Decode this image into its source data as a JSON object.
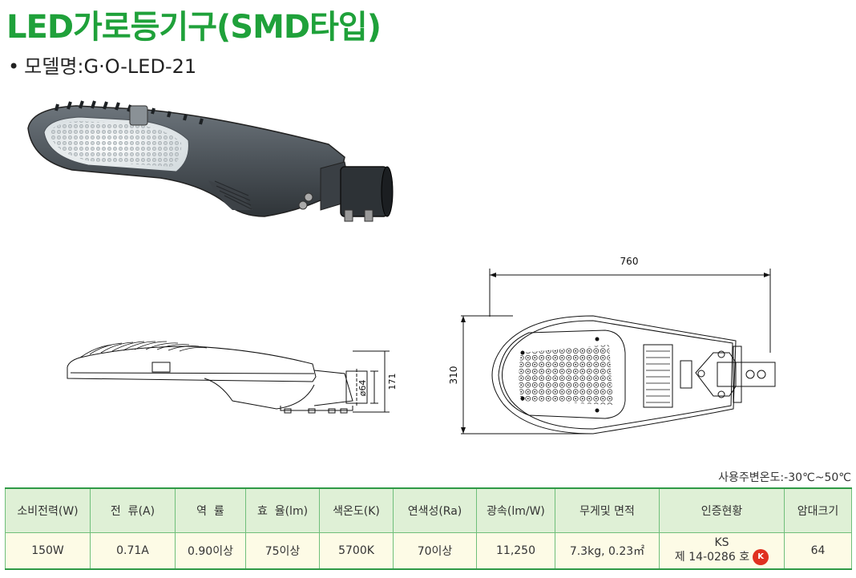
{
  "title": "LED가로등기구(SMD타입)",
  "model": {
    "bullet": "•",
    "label": "모델명:G·O-LED-21"
  },
  "dimensions": {
    "length": "760",
    "width": "310",
    "height": "171",
    "diameter": "ø64"
  },
  "operating_temp": "사용주변온도:-30℃~50℃",
  "table": {
    "headers": [
      "소비전력(W)",
      "전  류(A)",
      "역  률",
      "효  율(lm)",
      "색온도(K)",
      "연색성(Ra)",
      "광속(lm/W)",
      "무게및 면적",
      "인증현황",
      "암대크기"
    ],
    "row": [
      "150W",
      "0.71A",
      "0.90이상",
      "75이상",
      "5700K",
      "70이상",
      "11,250",
      "7.3kg, 0.23㎡"
    ],
    "cert_line1": "KS",
    "cert_line2": "제 14-0286 호",
    "cert_mark": "K",
    "last": "64"
  },
  "colors": {
    "title_green": "#1fa13a",
    "header_bg": "#dff0d6",
    "row_bg": "#fdfbe6",
    "border": "#6fbf7a"
  }
}
